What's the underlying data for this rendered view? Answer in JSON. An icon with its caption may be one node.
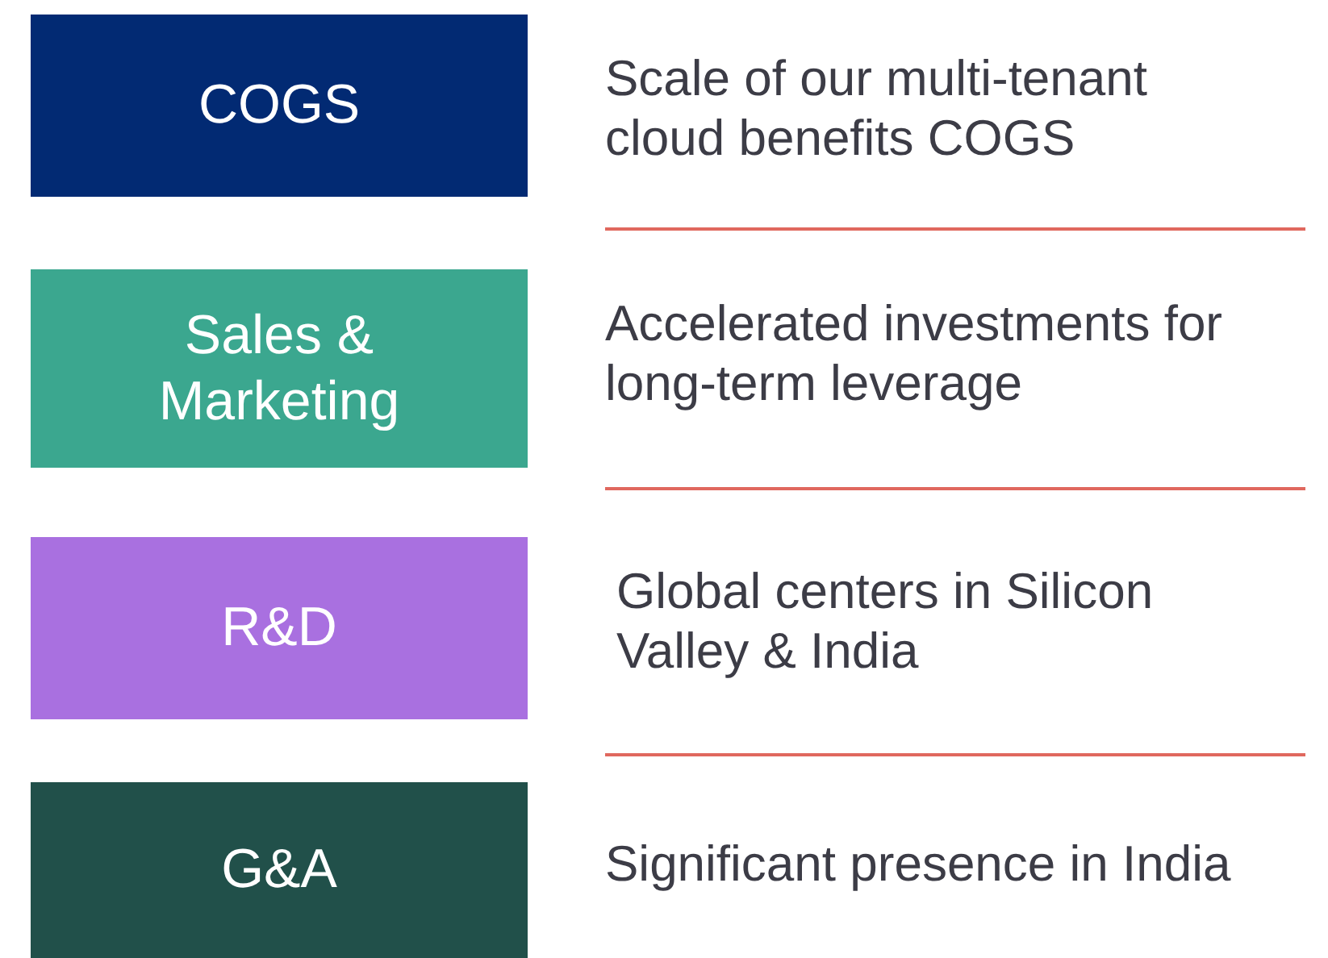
{
  "diagram": {
    "nodes": [
      {
        "text": [
          "COGS"
        ]
      },
      {
        "text": [
          "Sales & Marketing"
        ]
      },
      {
        "text": [
          "R&D"
        ]
      },
      {
        "text": [
          "G&A"
        ]
      }
    ],
    "labels": [
      "Scale of our multi-tenant cloud benefits COGS",
      "Accelerated investments for long-term leverage",
      "Global centers in Silicon Valley & India",
      "Significant presence in India"
    ]
  }
}
